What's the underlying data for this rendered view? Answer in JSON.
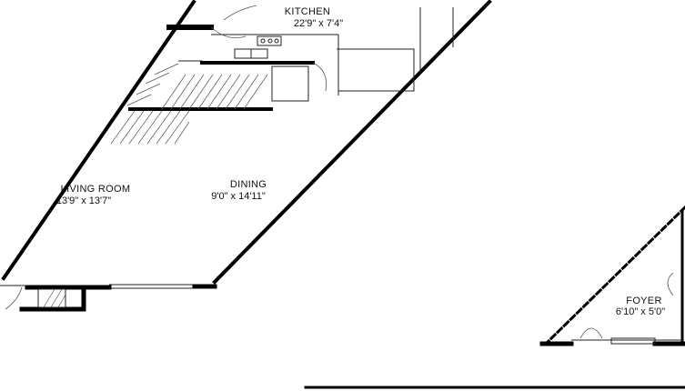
{
  "rooms": {
    "kitchen": {
      "name": "KITCHEN",
      "dims": "22'9\" x 7'4\""
    },
    "living": {
      "name": "LIVING ROOM",
      "dims": "13'9\" x 13'7\""
    },
    "dining": {
      "name": "DINING",
      "dims": "9'0\" x 14'11\""
    },
    "foyer": {
      "name": "FOYER",
      "dims": "6'10\" x 5'0\""
    }
  },
  "colors": {
    "wall": "#000000",
    "background": "#ffffff",
    "line": "#222222"
  }
}
